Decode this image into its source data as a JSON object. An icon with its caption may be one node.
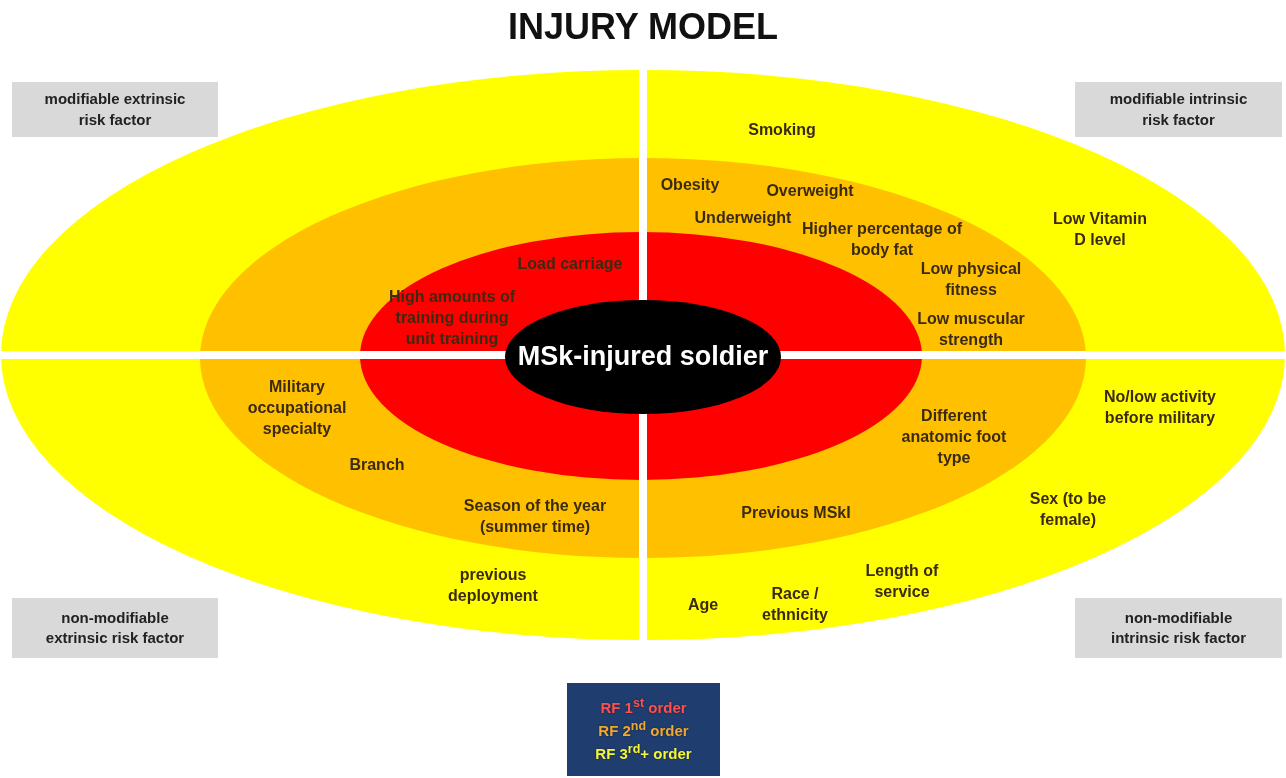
{
  "diagram": {
    "title": "INJURY MODEL",
    "nodes": [
      {
        "text": [
          "modifiable extrinsic risk factor"
        ]
      },
      {
        "text": [
          "modifiable intrinsic risk factor"
        ]
      },
      {
        "text": [
          "non-modifiable extrinsic risk factor"
        ]
      },
      {
        "text": [
          "non-modifiable intrinsic risk factor"
        ]
      },
      {
        "text": [
          "MSk-injured soldier"
        ]
      }
    ],
    "edges": [],
    "labels": [
      "Smoking",
      "Obesity",
      "Overweight",
      "Low Vitamin D level",
      "Underweight",
      "Higher percentage of body fat",
      "Load carriage",
      "Low physical fitness",
      "High amounts of training during unit training",
      "Low muscular strength",
      "Military occupational specialty",
      "No/low activity before military",
      "Different anatomic foot type",
      "Branch",
      "Sex (to be female)",
      "Season of the year (summer time)",
      "Previous MSkI",
      "Length of service",
      "previous deployment",
      "Race / ethnicity",
      "Age"
    ],
    "legend": [
      {
        "text": "RF 1$^{st}$ order",
        "color": "#ff5050"
      },
      {
        "text": "RF 2$^{nd}$ order",
        "color": "#f0a830"
      },
      {
        "text": "RF 3$^{rd}$+ order",
        "color": "#f5f53a"
      }
    ]
  }
}
